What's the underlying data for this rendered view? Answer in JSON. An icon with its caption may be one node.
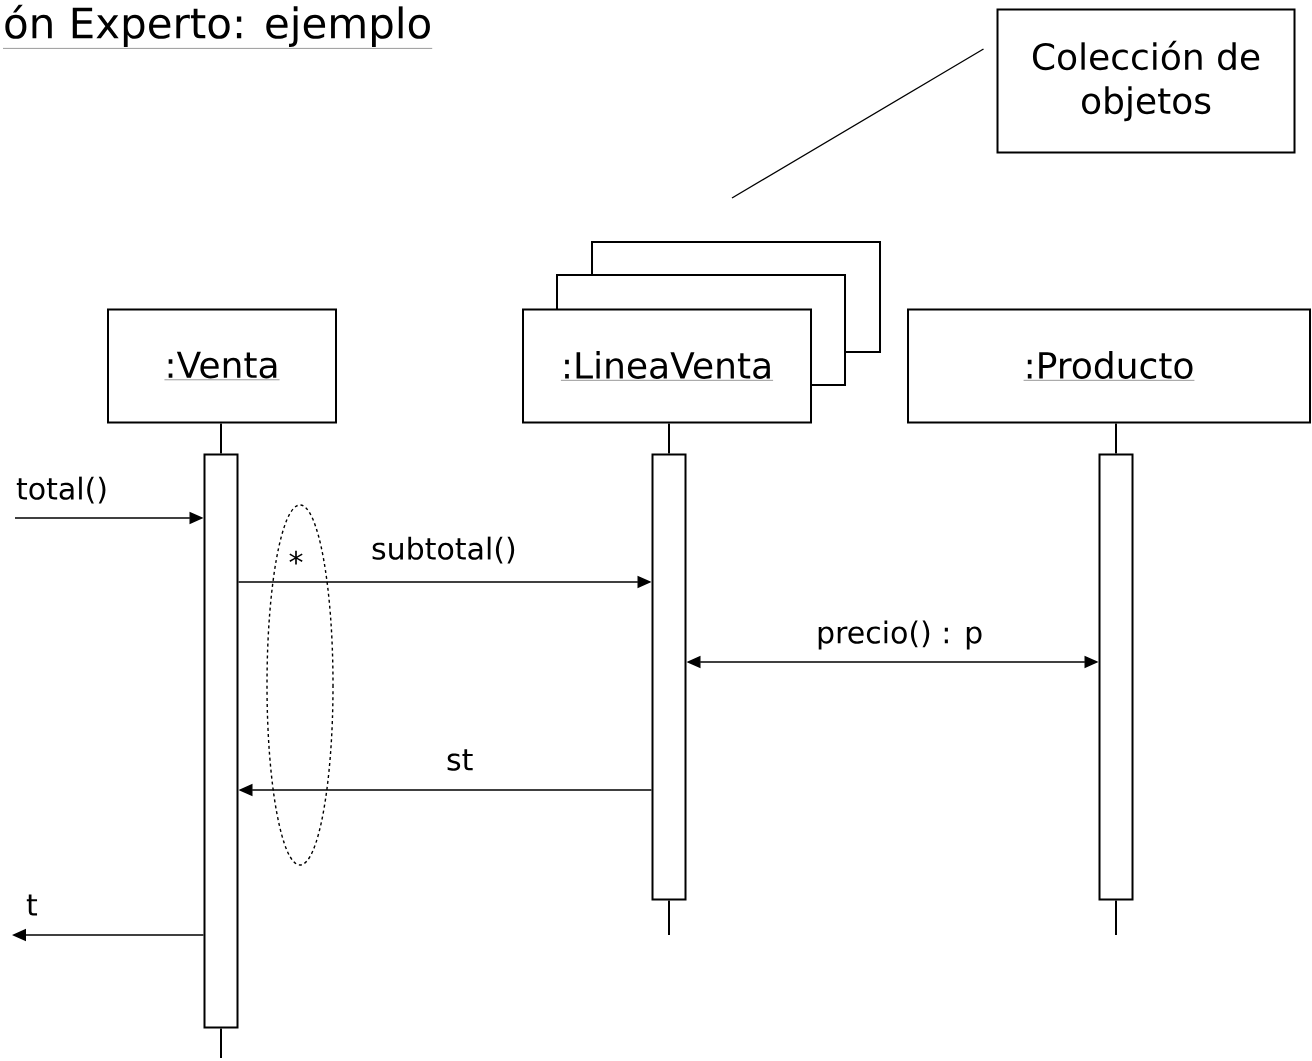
{
  "diagram": {
    "title": "ón Experto: ejemplo",
    "nodes": [
      {
        "text": [
          "Colección de objetos"
        ]
      },
      {
        "text": [
          ":Venta"
        ]
      },
      {
        "text": [
          ":LineaVenta"
        ]
      },
      {
        "text": [
          ":Producto"
        ]
      },
      {
        "text": [],
        "shape": "bar"
      },
      {
        "text": [],
        "shape": "bar"
      },
      {
        "text": [],
        "shape": "bar"
      }
    ],
    "edges": [
      {
        "from": 0,
        "to": null,
        "arrow": "none"
      },
      {
        "from": 1,
        "to": 4,
        "arrow": "none"
      },
      {
        "from": 2,
        "to": 5,
        "arrow": "none"
      },
      {
        "from": 3,
        "to": 6,
        "arrow": "none"
      },
      {
        "from": null,
        "to": 4,
        "arrow": "to",
        "label": "total()"
      },
      {
        "from": 4,
        "to": 5,
        "arrow": "to",
        "label": "subtotal()"
      },
      {
        "from": 5,
        "to": 6,
        "arrow": "both",
        "label": "precio() : p"
      },
      {
        "from": 5,
        "to": 4,
        "arrow": "to",
        "label": "st"
      },
      {
        "from": 4,
        "to": null,
        "arrow": "to",
        "label": "t"
      },
      {
        "from": 4,
        "to": null,
        "arrow": "none"
      },
      {
        "from": 5,
        "to": null,
        "arrow": "none"
      },
      {
        "from": 6,
        "to": null,
        "arrow": "none"
      }
    ],
    "labels": [
      "*"
    ]
  }
}
